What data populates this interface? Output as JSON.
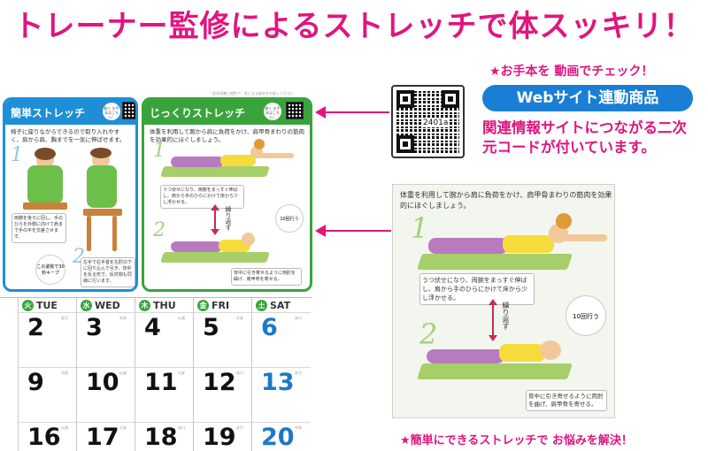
{
  "headline": "トレーナー監修によるストレッチで体スッキリ！",
  "left_card": {
    "title": "簡単ストレッチ",
    "badge": "動く お手本はこちら！",
    "text": "椅子に座りながらできるので取り入れやすく、肩から肩、胸までを一気に伸ばせます。",
    "step1": "1",
    "step2": "2",
    "note1": "両腕を後ろに回し、手のひらを外側に向けて肩まで手の平を交差させます。",
    "note2": "左手で右手首を左肘の下に回り込んで引き、背中を反る形で、反対側も同様に行います。",
    "round_note": "この姿勢で30秒キープ"
  },
  "mid_card": {
    "title": "じっくりストレッチ",
    "badge": "動く お手本はこちら！",
    "header_small": "症状改善に相性で、気になる部位をお試しください",
    "text": "体重を利用して腕から肩に負荷をかけ、肩甲骨まわりの筋肉を効果的にほぐしましょう。",
    "step1": "1",
    "step2": "2",
    "note1": "うつ伏せになり、両腕をまっすぐ伸ばし、肩から手のひらにかけて床から少し浮かせる。",
    "note2": "背中に引き寄せるように両肘を曲げ、肩甲骨を寄せる。",
    "repeat": "10回行う",
    "vertical": "繰り返す"
  },
  "qr": {
    "label": "2401a"
  },
  "check_text": "★お手本を 動画でチェック！",
  "web_badge": "Webサイト連動商品",
  "link_text": "関連情報サイトにつながる二次元コードが付いています。",
  "big_panel": {
    "text": "体重を利用して腕から肩に負荷をかけ、肩甲骨まわりの筋肉を効果的にほぐしましょう。",
    "step1": "1",
    "step2": "2",
    "note1": "うつ伏せになり、両腕をまっすぐ伸ばし、肩から手のひらにかけて床から少し浮かせる。",
    "note2": "背中に引き寄せるように両肘を曲げ、肩甲骨を寄せる。",
    "repeat": "10回行う",
    "vertical": "繰り返す"
  },
  "bottom_text": "★簡単にできるストレッチで お悩みを解決！",
  "calendar": {
    "days": [
      {
        "chip": "火",
        "label": "TUE",
        "chip_color": "#3aa43c",
        "dates": [
          "2",
          "9",
          "16"
        ]
      },
      {
        "chip": "水",
        "label": "WED",
        "chip_color": "#3aa43c",
        "dates": [
          "3",
          "10",
          "17"
        ]
      },
      {
        "chip": "木",
        "label": "THU",
        "chip_color": "#3aa43c",
        "dates": [
          "4",
          "11",
          "18"
        ]
      },
      {
        "chip": "金",
        "label": "FRI",
        "chip_color": "#3aa43c",
        "dates": [
          "5",
          "12",
          "19"
        ]
      },
      {
        "chip": "土",
        "label": "SAT",
        "chip_color": "#3aa43c",
        "dates": [
          "6",
          "13",
          "20"
        ]
      }
    ],
    "rokuyo": [
      "友引",
      "先負",
      "仏滅",
      "大安",
      "赤口"
    ]
  },
  "colors": {
    "accent": "#e0157f",
    "blue": "#1a7fd4",
    "green": "#3aa43c",
    "sat_blue": "#1e78c8"
  }
}
